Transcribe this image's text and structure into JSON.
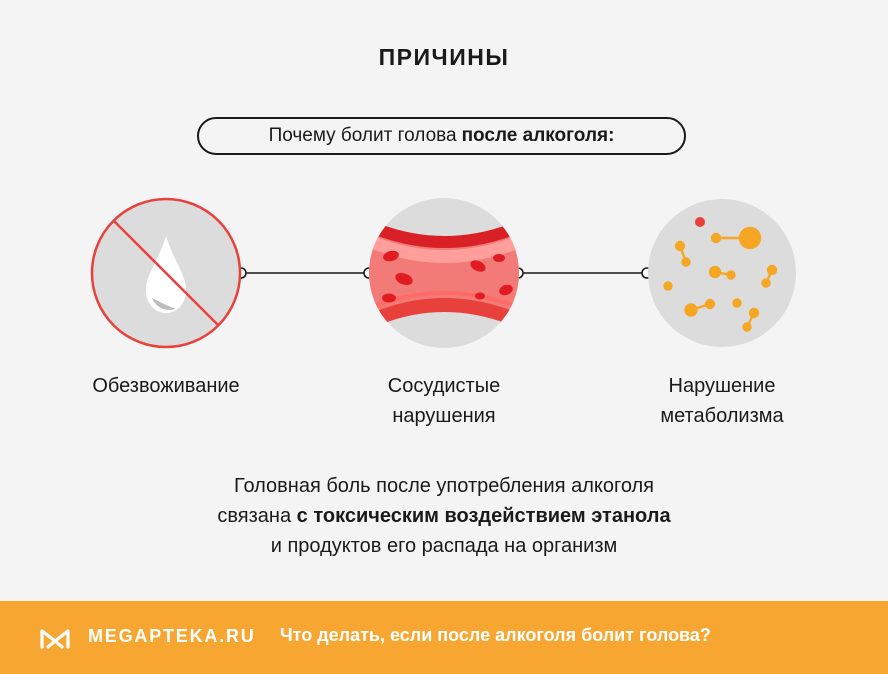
{
  "title": "ПРИЧИНЫ",
  "question": {
    "normal": "Почему болит голова",
    "bold": "после алкоголя:"
  },
  "causes": [
    {
      "line1": "Обезвоживание",
      "line2": "",
      "icon": "crossed-out-water-drop-icon"
    },
    {
      "line1": "Сосудистые",
      "line2": "нарушения",
      "icon": "blood-vessel-icon"
    },
    {
      "line1": "Нарушение",
      "line2": "метаболизма",
      "icon": "molecules-icon"
    }
  ],
  "summary": {
    "line1": "Головная боль после употребления алкоголя",
    "line2_prefix": "связана",
    "line2_bold": "с токсическим воздействием этанола",
    "line3": "и продуктов его распада на организм"
  },
  "footer": {
    "brand": "MEGAPTEKA.RU",
    "link": "Что делать, если после алкоголя болит голова?"
  },
  "colors": {
    "background": "#f4f4f4",
    "accent_red": "#e8413c",
    "orange": "#f7a631",
    "circle_gray": "#dcdcdc"
  }
}
